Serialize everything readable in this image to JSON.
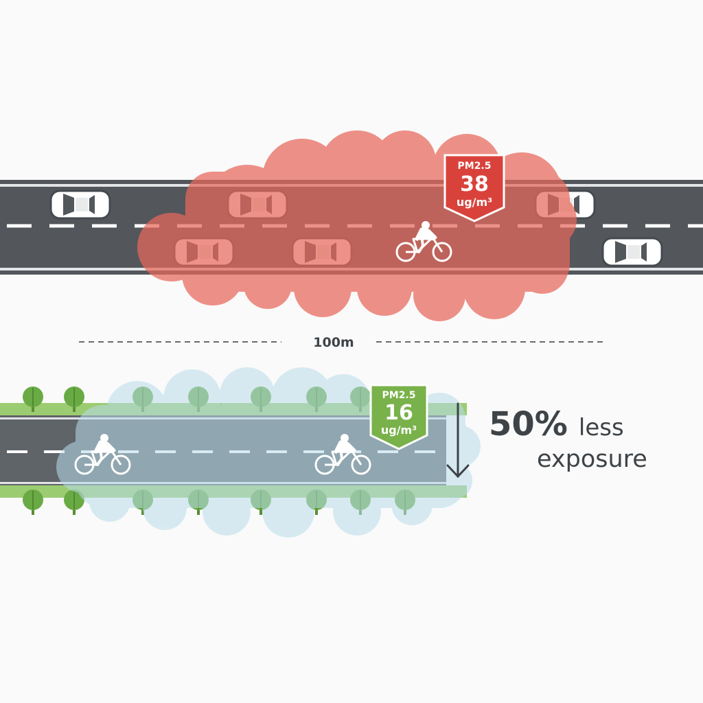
{
  "busy_road": {
    "pm_label": "PM2.5",
    "pm_value": "38",
    "pm_unit": "ug/m³",
    "badge_color": "#d9423b",
    "cloud_color": "#e8685b",
    "road_color": "#53575c",
    "car_icon": "car-icon",
    "cyclist_icon": "cyclist-icon"
  },
  "distance": {
    "label": "100m"
  },
  "green_route": {
    "pm_label": "PM2.5",
    "pm_value": "16",
    "pm_unit": "ug/m³",
    "badge_color": "#79b14a",
    "cloud_color": "#b9dcea",
    "tree_color": "#6aaa45",
    "tree_icon": "tree-icon",
    "cyclist_icon": "cyclist-icon"
  },
  "claim": {
    "percent": "50%",
    "less": "less",
    "exposure": "exposure",
    "arrow_icon": "arrow-down-icon"
  }
}
